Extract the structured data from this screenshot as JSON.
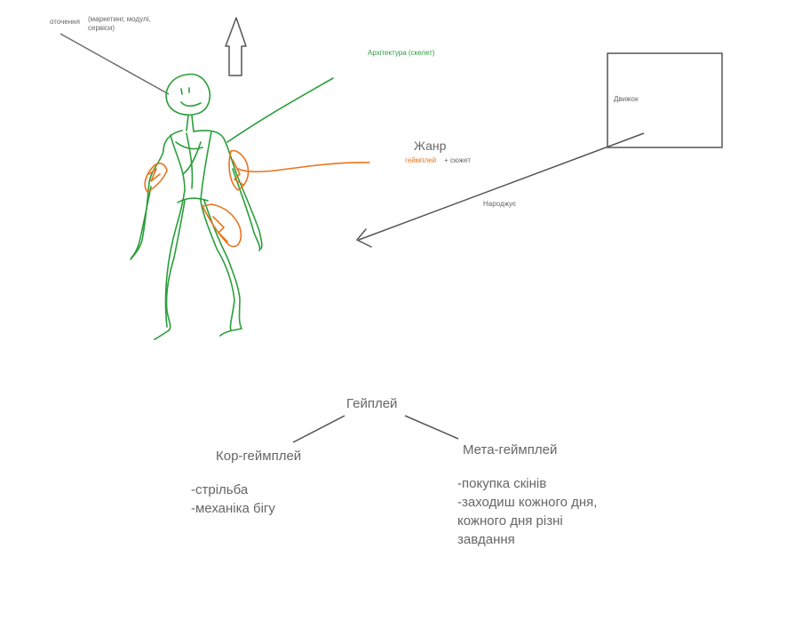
{
  "annotations": {
    "surroundings": "оточення",
    "surroundings_detail": "(маркетинг, модулі,\nсервіси)",
    "architecture": "Архітектура (скелет)",
    "engine": "Движок",
    "genre": "Жанр",
    "gameplay_small": "геймплей",
    "plot_small": "+ сюжет",
    "generates": "Народжує"
  },
  "tree": {
    "root": "Гейплей",
    "core": {
      "title": "Кор-геймплей",
      "items": [
        "-стрільба",
        "-механіка бігу"
      ]
    },
    "meta": {
      "title": "Мета-геймплей",
      "items": [
        "-покупка скінів",
        "-заходиш кожного дня,",
        "кожного дня різні",
        "завдання"
      ]
    }
  },
  "colors": {
    "sketch_green": "#2a9e3a",
    "sketch_orange": "#e8741c",
    "line_gray": "#666666",
    "text_gray": "#555555"
  }
}
